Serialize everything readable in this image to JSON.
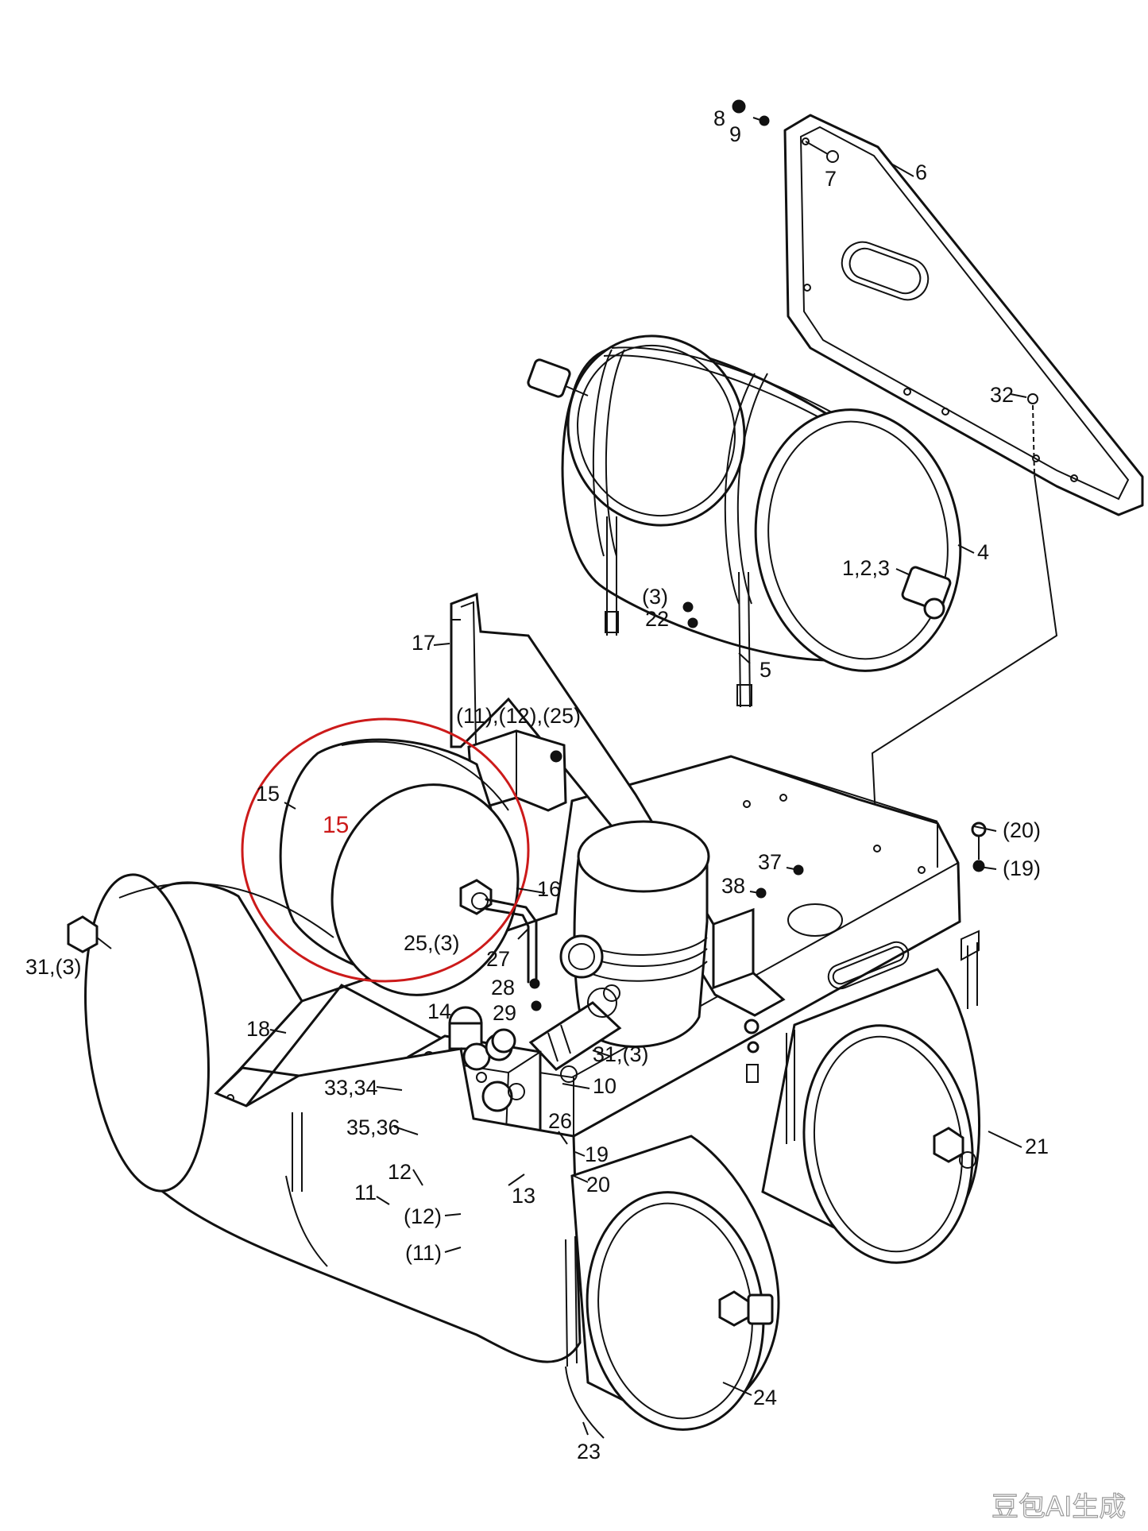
{
  "callouts": [
    {
      "id": "8",
      "text": "8"
    },
    {
      "id": "9",
      "text": "9"
    },
    {
      "id": "7",
      "text": "7"
    },
    {
      "id": "6",
      "text": "6"
    },
    {
      "id": "32",
      "text": "32"
    },
    {
      "id": "4",
      "text": "4"
    },
    {
      "id": "1-2-3",
      "text": "1,2,3"
    },
    {
      "id": "3-paren-a",
      "text": "(3)"
    },
    {
      "id": "22",
      "text": "22"
    },
    {
      "id": "5",
      "text": "5"
    },
    {
      "id": "17",
      "text": "17"
    },
    {
      "id": "11-12-25",
      "text": "(11),(12),(25)"
    },
    {
      "id": "15",
      "text": "15"
    },
    {
      "id": "20-paren",
      "text": "(20)"
    },
    {
      "id": "19-paren",
      "text": "(19)"
    },
    {
      "id": "37",
      "text": "37"
    },
    {
      "id": "38",
      "text": "38"
    },
    {
      "id": "16",
      "text": "16"
    },
    {
      "id": "25-3",
      "text": "25,(3)"
    },
    {
      "id": "27",
      "text": "27"
    },
    {
      "id": "31-3-left",
      "text": "31,(3)"
    },
    {
      "id": "28",
      "text": "28"
    },
    {
      "id": "29",
      "text": "29"
    },
    {
      "id": "14",
      "text": "14"
    },
    {
      "id": "18",
      "text": "18"
    },
    {
      "id": "31-3-mid",
      "text": "31,(3)"
    },
    {
      "id": "10",
      "text": "10"
    },
    {
      "id": "33-34",
      "text": "33,34"
    },
    {
      "id": "35-36",
      "text": "35,36"
    },
    {
      "id": "26",
      "text": "26"
    },
    {
      "id": "19",
      "text": "19"
    },
    {
      "id": "20",
      "text": "20"
    },
    {
      "id": "12",
      "text": "12"
    },
    {
      "id": "13",
      "text": "13"
    },
    {
      "id": "11",
      "text": "11"
    },
    {
      "id": "12-paren",
      "text": "(12)"
    },
    {
      "id": "11-paren",
      "text": "(11)"
    },
    {
      "id": "21",
      "text": "21"
    },
    {
      "id": "24",
      "text": "24"
    },
    {
      "id": "23",
      "text": "23"
    }
  ],
  "highlight": {
    "text": "15",
    "color": "#cc1a1a"
  },
  "watermark": {
    "text": "豆包AI生成"
  }
}
